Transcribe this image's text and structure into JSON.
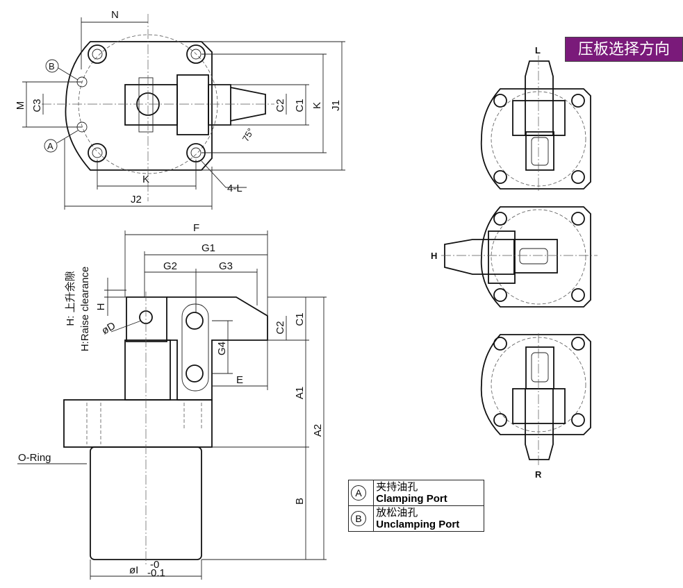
{
  "header": {
    "direction_badge": "压板选择方向"
  },
  "top_view": {
    "labels": {
      "N": "N",
      "M": "M",
      "C3": "C3",
      "C2": "C2",
      "C1": "C1",
      "K_right": "K",
      "J1": "J1",
      "K_bottom": "K",
      "J2": "J2",
      "holes": "4-L",
      "angle": "75°",
      "port_b": "B",
      "port_a": "A"
    }
  },
  "side_view": {
    "labels": {
      "F": "F",
      "G1": "G1",
      "G2": "G2",
      "G3": "G3",
      "H": "H",
      "D": "øD",
      "C2": "C2",
      "C1": "C1",
      "G4": "G4",
      "E": "E",
      "A1": "A1",
      "A2": "A2",
      "B": "B",
      "o_ring": "O-Ring",
      "I": "øI",
      "tol_upper": "-0",
      "tol_lower": "-0.1"
    },
    "raise_note_cn": "H: 上升余隙",
    "raise_note_en": "H:Raise clearance"
  },
  "direction_views": [
    {
      "label": "L"
    },
    {
      "label": "H"
    },
    {
      "label": "R"
    }
  ],
  "legend": [
    {
      "symbol": "A",
      "cn": "夹持油孔",
      "en": "Clamping Port"
    },
    {
      "symbol": "B",
      "cn": "放松油孔",
      "en": "Unclamping Port"
    }
  ]
}
